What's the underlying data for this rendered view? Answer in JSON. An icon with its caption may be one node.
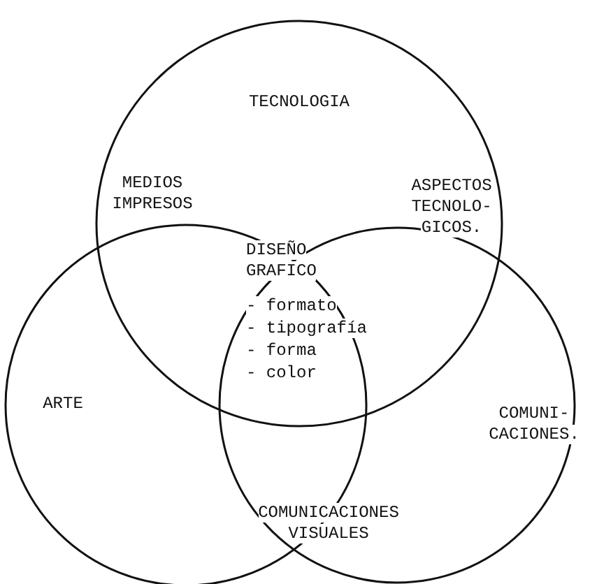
{
  "diagram": {
    "nodes": [
      {
        "text": [
          "TECNOLOGIA"
        ]
      },
      {
        "text": [
          "ARTE"
        ]
      },
      {
        "text": [
          "COMUNI- CACIONES."
        ]
      }
    ],
    "edges": [],
    "labels": [
      "MEDIOS IMPRESOS",
      "ASPECTOS TECNOLO- GICOS.",
      "DISEÑO GRAFICO",
      "- formato",
      "- tipografía",
      "- forma",
      "- color",
      "COMUNICACIONES VISUALES"
    ]
  }
}
